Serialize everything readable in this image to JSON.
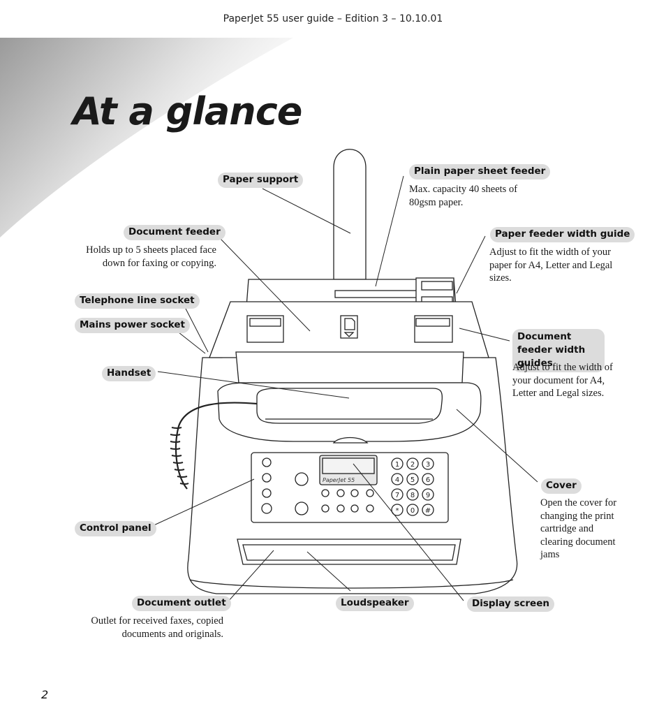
{
  "header": {
    "text": "PaperJet 55 user guide – Edition 3 – 10.10.01"
  },
  "page": {
    "title": "At a glance",
    "number": "2"
  },
  "display_brand": "PaperJet 55",
  "labels": {
    "paper_support": "Paper support",
    "plain_paper_sheet_feeder": "Plain paper sheet feeder",
    "document_feeder": "Document feeder",
    "paper_feeder_width_guide": "Paper feeder width guide",
    "telephone_line_socket": "Telephone line socket",
    "mains_power_socket": "Mains power socket",
    "document_feeder_width_guides": "Document feeder width guides",
    "handset": "Handset",
    "cover": "Cover",
    "control_panel": "Control panel",
    "document_outlet": "Document outlet",
    "loudspeaker": "Loudspeaker",
    "display_screen": "Display screen"
  },
  "descriptions": {
    "plain_paper_sheet_feeder": "Max. capacity 40 sheets of 80gsm paper.",
    "document_feeder": "Holds up to 5 sheets placed face down for faxing or copying.",
    "paper_feeder_width_guide": "Adjust to fit the width of your paper for A4, Letter and Legal sizes.",
    "document_feeder_width_guides": "Adjust to fit the width of your document for A4, Letter and Legal sizes.",
    "cover": "Open the cover for changing the print cartridge and clearing document jams",
    "document_outlet": "Outlet for received faxes, copied documents and originals."
  },
  "keypad": [
    "1",
    "2",
    "3",
    "4",
    "5",
    "6",
    "7",
    "8",
    "9",
    "*",
    "0",
    "#"
  ]
}
